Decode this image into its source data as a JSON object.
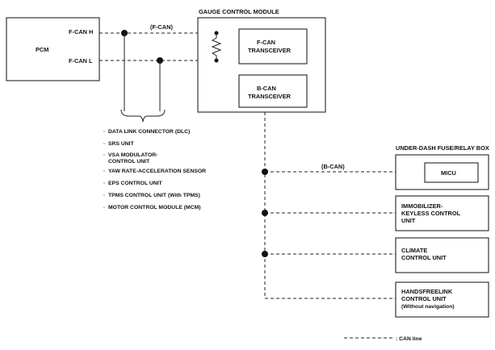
{
  "pcm": {
    "label": "PCM",
    "pin_h": "F-CAN H",
    "pin_l": "F-CAN L"
  },
  "fcan_label": "(F-CAN)",
  "bcan_label": "(B-CAN)",
  "gauge_module": {
    "title": "GAUGE CONTROL MODULE",
    "fcan_transceiver": [
      "F-CAN",
      "TRANSCEIVER"
    ],
    "bcan_transceiver": [
      "B-CAN",
      "TRANSCEIVER"
    ]
  },
  "fcan_devices": [
    "DATA LINK CONNECTOR (DLC)",
    "SRS UNIT",
    "VSA MODULATOR-",
    "CONTROL UNIT",
    "YAW RATE-ACCELERATION SENSOR",
    "EPS CONTROL UNIT",
    "TPMS CONTROL UNIT (With TPMS)",
    "MOTOR CONTROL MODULE (MCM)"
  ],
  "fuse_box": {
    "title": "UNDER-DASH FUSE/RELAY BOX",
    "micu": "MICU"
  },
  "immobilizer": [
    "IMMOBILIZER-",
    "KEYLESS CONTROL",
    "UNIT"
  ],
  "climate": [
    "CLIMATE",
    "CONTROL UNIT"
  ],
  "handsfreelink": [
    "HANDSFREELINK",
    "CONTROL UNIT",
    "(Without navigation)"
  ],
  "legend": {
    "text": ": CAN line"
  }
}
